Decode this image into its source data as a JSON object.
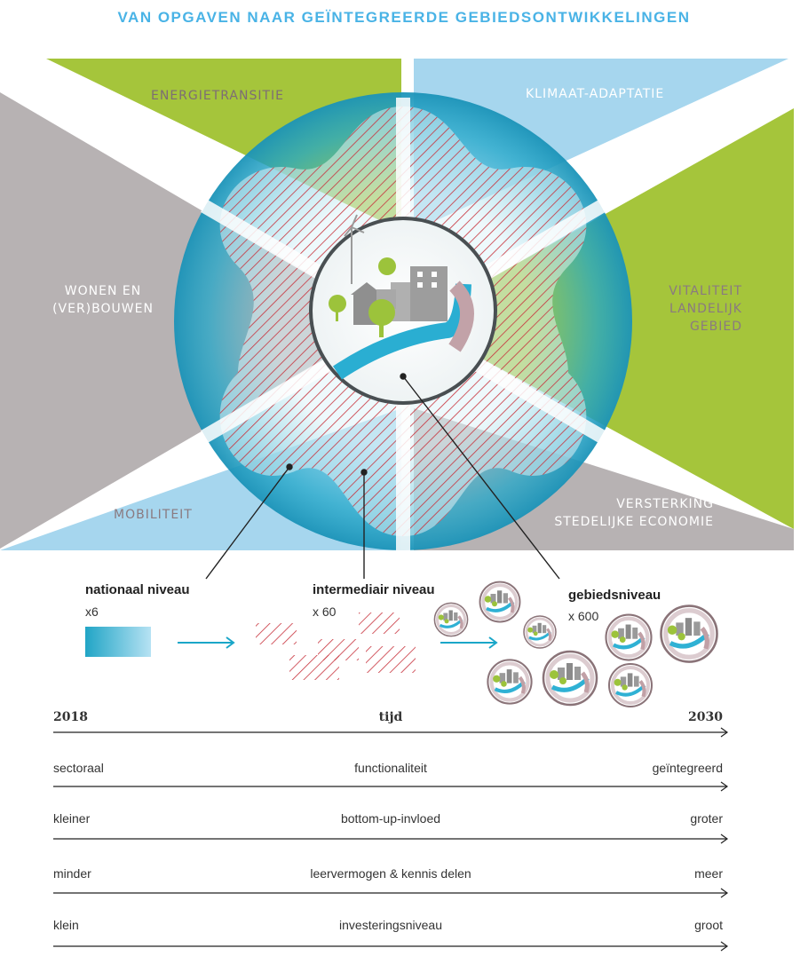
{
  "title": "VAN OPGAVEN NAAR GEÏNTEGREERDE GEBIEDSONTWIKKELINGEN",
  "sectors": {
    "energie": "ENERGIETRANSITIE",
    "klimaat": "KLIMAAT-ADAPTATIE",
    "wonen": [
      "WONEN EN",
      "(VER)BOUWEN"
    ],
    "vitaliteit": [
      "VITALITEIT",
      "LANDELIJK",
      "GEBIED"
    ],
    "mobiliteit": "MOBILITEIT",
    "versterking": [
      "VERSTERKING",
      "STEDELIJKE ECONOMIE"
    ]
  },
  "levels": [
    {
      "title": "nationaal niveau",
      "count": "x6"
    },
    {
      "title": "intermediair niveau",
      "count": "x 60"
    },
    {
      "title": "gebiedsniveau",
      "count": "x 600"
    }
  ],
  "axes": [
    {
      "left": "2018",
      "center": "tijd",
      "right": "2030",
      "bold": true
    },
    {
      "left": "sectoraal",
      "center": "functionaliteit",
      "right": "geïntegreerd"
    },
    {
      "left": "kleiner",
      "center": "bottom-up-invloed",
      "right": "groter"
    },
    {
      "left": "minder",
      "center": "leervermogen & kennis delen",
      "right": "meer"
    },
    {
      "left": "klein",
      "center": "investeringsniveau",
      "right": "groot"
    }
  ],
  "colors": {
    "title": "#49b3e6",
    "green": "#a5c53b",
    "blue": "#a6d6ee",
    "grey": "#b7b2b3",
    "hatch": "#c8323c",
    "teal": "#1aa6c8"
  }
}
